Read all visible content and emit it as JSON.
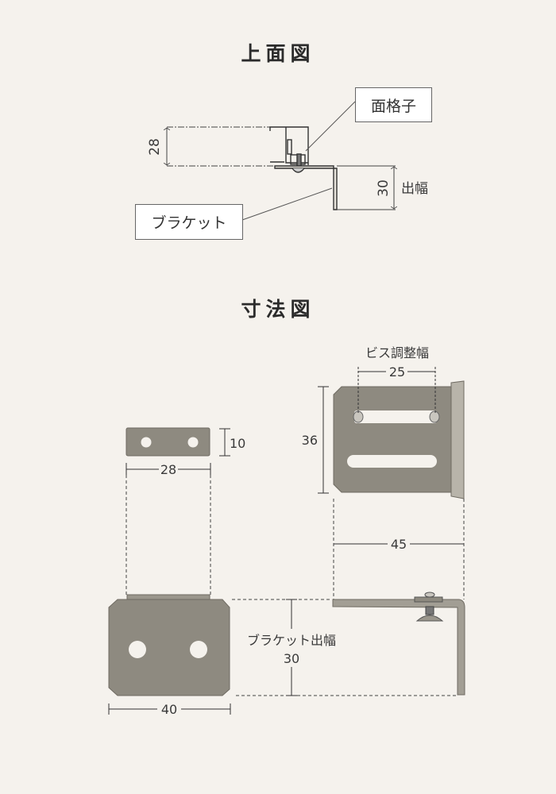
{
  "sections": {
    "top_view": {
      "title": "上面図",
      "callouts": {
        "lattice": "面格子",
        "bracket": "ブラケット"
      },
      "dimensions": {
        "lattice_depth": "28",
        "projection": "30",
        "projection_label": "出幅"
      }
    },
    "dimension_view": {
      "title": "寸法図",
      "small_plate": {
        "height": "10",
        "width": "28"
      },
      "bracket_front": {
        "screw_adjust_label": "ビス調整幅",
        "screw_adjust": "25",
        "height": "36",
        "width": "45"
      },
      "bracket_plate": {
        "width": "40"
      },
      "bracket_projection": {
        "label": "ブラケット出幅",
        "value": "30"
      }
    }
  },
  "colors": {
    "background": "#f5f2ed",
    "metal": "#8e8a80",
    "metal_dark": "#6f6b62",
    "line": "#333333"
  }
}
